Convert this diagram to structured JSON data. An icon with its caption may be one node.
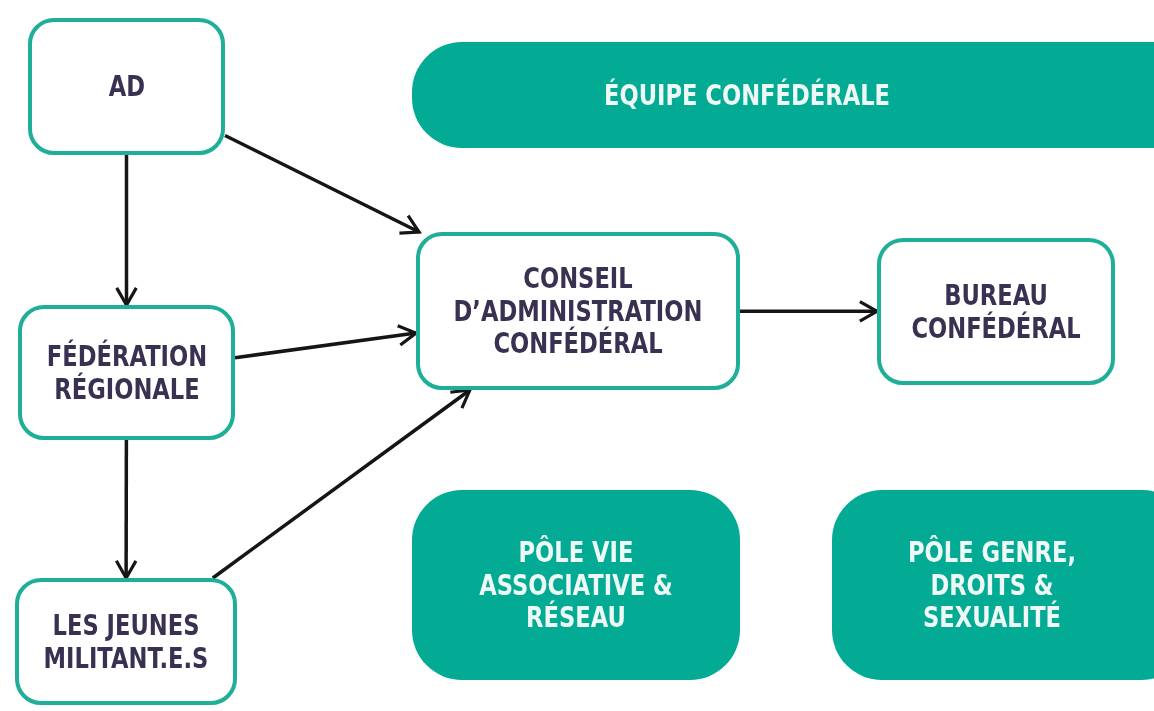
{
  "diagram": {
    "nodes": [
      {
        "text": [
          "AD"
        ]
      },
      {
        "text": [
          "ÉQUIPE CONFÉDÉRALE"
        ]
      },
      {
        "text": [
          "CONSEIL D’ADMINISTRATION CONFÉDÉRAL"
        ]
      },
      {
        "text": [
          "BUREAU CONFÉDÉRAL"
        ]
      },
      {
        "text": [
          "FÉDÉRATION RÉGIONALE"
        ]
      },
      {
        "text": [
          "PÔLE VIE ASSOCIATIVE & RÉSEAU"
        ]
      },
      {
        "text": [
          "PÔLE GENRE, DROITS & SEXUALITÉ"
        ]
      },
      {
        "text": [
          "LES JEUNES MILITANT.E.S"
        ]
      }
    ],
    "edges": [
      {
        "from": 0,
        "to": 4,
        "arrow": "to"
      },
      {
        "from": 4,
        "to": 7,
        "arrow": "to"
      },
      {
        "from": 0,
        "to": 2,
        "arrow": "to"
      },
      {
        "from": 4,
        "to": 2,
        "arrow": "to"
      },
      {
        "from": 7,
        "to": 2,
        "arrow": "to"
      },
      {
        "from": 2,
        "to": 3,
        "arrow": "to"
      }
    ]
  }
}
